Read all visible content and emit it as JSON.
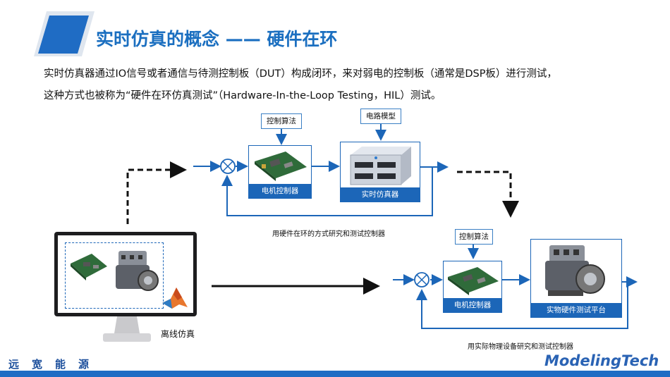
{
  "title": "实时仿真的概念 —— 硬件在环",
  "paragraph": {
    "line1": "实时仿真器通过IO信号或者通信与待测控制板（DUT）构成闭环，来对弱电的控制板（通常是DSP板）进行测试，",
    "line2": "这种方式也被称为“硬件在环仿真测试”（Hardware-In-the-Loop Testing，HIL）测试。"
  },
  "upper_loop": {
    "control_algorithm_label": "控制算法",
    "circuit_model_label": "电路模型",
    "motor_controller_caption": "电机控制器",
    "realtime_simulator_caption": "实时仿真器",
    "caption": "用硬件在环的方式研究和测试控制器"
  },
  "lower_loop": {
    "control_algorithm_label": "控制算法",
    "motor_controller_caption": "电机控制器",
    "test_platform_caption": "实物硬件测试平台",
    "caption": "用实际物理设备研究和测试控制器"
  },
  "offline_label": "离线仿真",
  "footer": {
    "left_text": "远宽能源",
    "logo_text": "ModelingTech"
  },
  "colors": {
    "accent": "#1b6fc0",
    "line": "#1c66b8",
    "footer_bar": "#1f6cc4"
  }
}
